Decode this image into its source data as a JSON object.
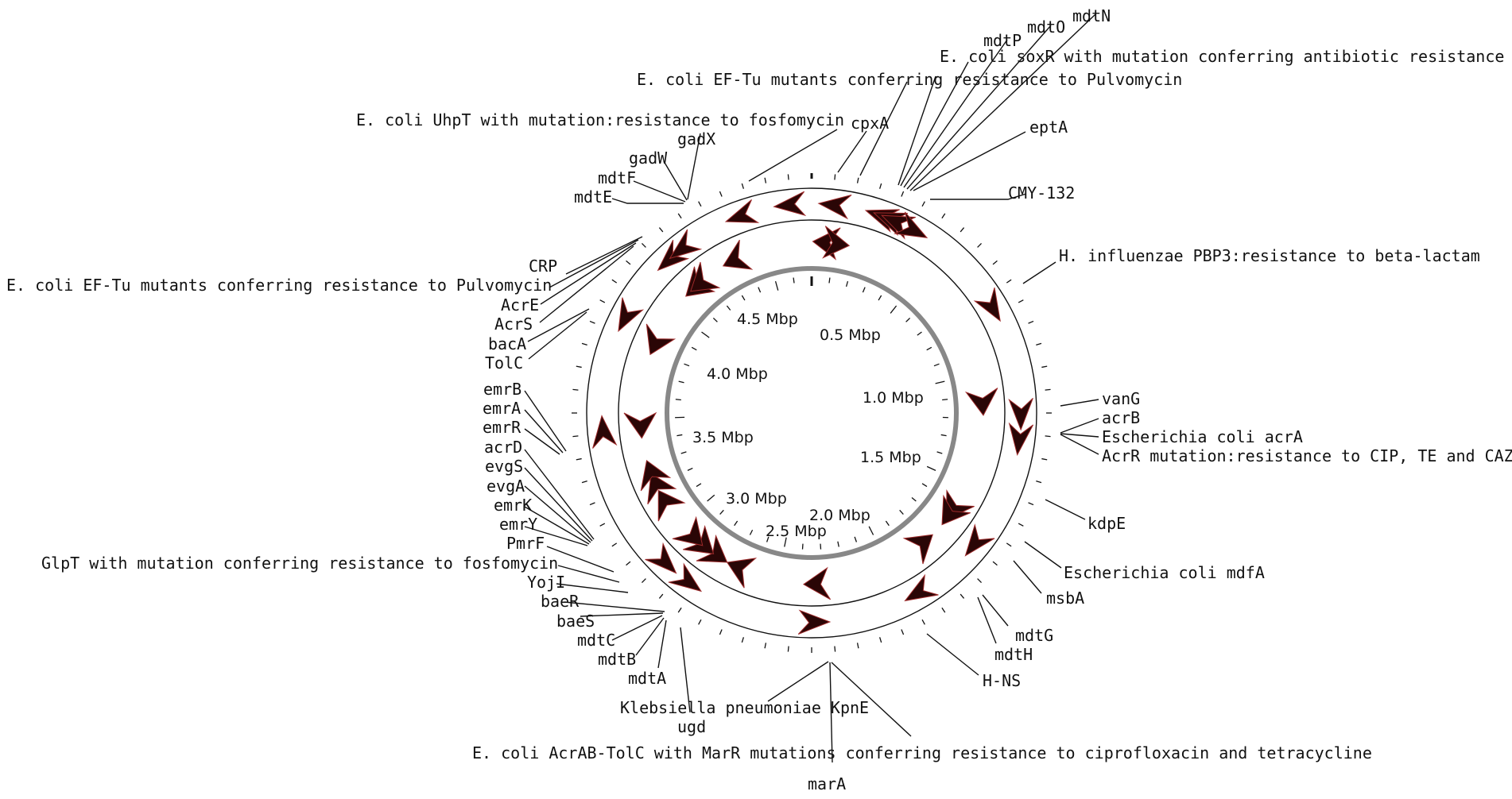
{
  "genome": {
    "size_mbp": 4.7,
    "scale_labels": [
      {
        "text": "0.5 Mbp",
        "pos": 0.5
      },
      {
        "text": "1.0 Mbp",
        "pos": 1.0
      },
      {
        "text": "1.5 Mbp",
        "pos": 1.5
      },
      {
        "text": "2.0 Mbp",
        "pos": 2.0
      },
      {
        "text": "2.5 Mbp",
        "pos": 2.5
      },
      {
        "text": "3.0 Mbp",
        "pos": 3.0
      },
      {
        "text": "3.5 Mbp",
        "pos": 3.5
      },
      {
        "text": "4.0 Mbp",
        "pos": 4.0
      },
      {
        "text": "4.5 Mbp",
        "pos": 4.5
      }
    ]
  },
  "colors": {
    "arrow_fill": "#2a0606",
    "arrow_edge": "#9e2a2a",
    "backbone": "#888888",
    "line": "#111111"
  },
  "labels": [
    "mdtN",
    "mdtO",
    "mdtP",
    "E. coli soxR with mutation conferring antibiotic resistance",
    "E. coli EF-Tu mutants conferring resistance to Pulvomycin",
    "cpxA",
    "eptA",
    "CMY-132",
    "E. coli UhpT with mutation:resistance to fosfomycin",
    "gadX",
    "gadW",
    "mdtF",
    "mdtE",
    "CRP",
    "E. coli EF-Tu mutants conferring resistance to Pulvomycin",
    "AcrE",
    "AcrS",
    "bacA",
    "TolC",
    "H. influenzae PBP3:resistance to beta-lactam",
    "emrB",
    "emrA",
    "emrR",
    "acrD",
    "evgS",
    "evgA",
    "emrK",
    "emrY",
    "PmrF",
    "GlpT with mutation conferring resistance to fosfomycin",
    "YojI",
    "baeR",
    "baeS",
    "mdtC",
    "mdtB",
    "mdtA",
    "vanG",
    "acrB",
    "Escherichia coli acrA",
    "AcrR mutation:resistance to CIP, TE and CAZ",
    "kdpE",
    "Escherichia coli mdfA",
    "msbA",
    "mdtG",
    "mdtH",
    "H-NS",
    "Klebsiella pneumoniae KpnE",
    "ugd",
    "E. coli AcrAB-TolC with MarR mutations conferring resistance to ciprofloxacin and tetracycline",
    "marA"
  ],
  "features": {
    "outer": [
      {
        "pos": 4.62,
        "strand": "-"
      },
      {
        "pos": 0.08,
        "strand": "-"
      },
      {
        "pos": 0.25,
        "strand": "-"
      },
      {
        "pos": 0.28,
        "strand": "-"
      },
      {
        "pos": 0.31,
        "strand": "-"
      },
      {
        "pos": 0.38,
        "strand": "+"
      },
      {
        "pos": 0.78,
        "strand": "+"
      },
      {
        "pos": 1.18,
        "strand": "+"
      },
      {
        "pos": 1.27,
        "strand": "+"
      },
      {
        "pos": 1.68,
        "strand": "+"
      },
      {
        "pos": 1.95,
        "strand": "+"
      },
      {
        "pos": 2.34,
        "strand": "-"
      },
      {
        "pos": 2.82,
        "strand": "-"
      },
      {
        "pos": 2.93,
        "strand": "-"
      },
      {
        "pos": 3.46,
        "strand": "+"
      },
      {
        "pos": 3.88,
        "strand": "-"
      },
      {
        "pos": 4.14,
        "strand": "-"
      },
      {
        "pos": 4.2,
        "strand": "-"
      },
      {
        "pos": 4.44,
        "strand": "-"
      }
    ],
    "inner": [
      {
        "pos": 0.06,
        "strand": "-"
      },
      {
        "pos": 0.11,
        "strand": "+"
      },
      {
        "pos": 1.13,
        "strand": "+"
      },
      {
        "pos": 1.62,
        "strand": "+"
      },
      {
        "pos": 1.65,
        "strand": "+"
      },
      {
        "pos": 1.82,
        "strand": "-"
      },
      {
        "pos": 2.33,
        "strand": "+"
      },
      {
        "pos": 2.68,
        "strand": "+"
      },
      {
        "pos": 2.79,
        "strand": "-"
      },
      {
        "pos": 2.86,
        "strand": "-"
      },
      {
        "pos": 2.92,
        "strand": "-"
      },
      {
        "pos": 3.12,
        "strand": "+"
      },
      {
        "pos": 3.2,
        "strand": "+"
      },
      {
        "pos": 3.26,
        "strand": "+"
      },
      {
        "pos": 3.47,
        "strand": "-"
      },
      {
        "pos": 3.84,
        "strand": "-"
      },
      {
        "pos": 4.14,
        "strand": "-"
      },
      {
        "pos": 4.17,
        "strand": "-"
      },
      {
        "pos": 4.35,
        "strand": "-"
      }
    ]
  }
}
